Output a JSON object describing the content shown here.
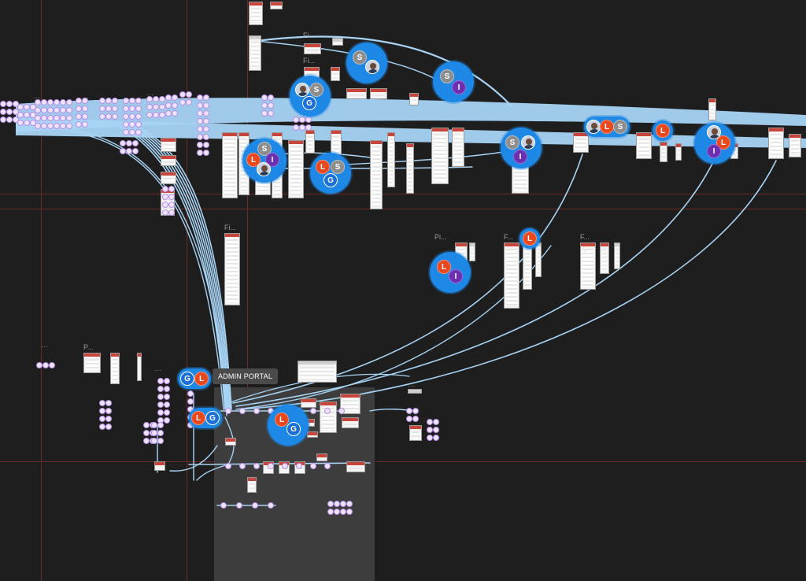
{
  "canvas": {
    "background": "#1e1e1e",
    "guide_color": "#6e2a24",
    "connector_color": "#a8d4f5"
  },
  "frame_labels": {
    "fi_1": "Fi...",
    "fi_2": "Fi...",
    "fi_3": "Fi...",
    "pi": "Pi...",
    "f_1": "F...",
    "f_2": "F...",
    "p": "P...",
    "ellipsis": "..."
  },
  "section": {
    "tooltip_label": "ADMIN PORTAL"
  },
  "collaborator_clusters": [
    {
      "members": [
        "S",
        "photo"
      ]
    },
    {
      "members": [
        "S",
        "I"
      ]
    },
    {
      "members": [
        "photo",
        "S",
        "G"
      ]
    },
    {
      "members": [
        "S",
        "L",
        "I",
        "photo"
      ]
    },
    {
      "members": [
        "L",
        "S",
        "G"
      ]
    },
    {
      "members": [
        "S",
        "photo",
        "I"
      ]
    },
    {
      "members": [
        "photo",
        "L",
        "S"
      ]
    },
    {
      "members": [
        "L"
      ]
    },
    {
      "members": [
        "photo",
        "L",
        "I"
      ]
    },
    {
      "members": [
        "L",
        "I"
      ]
    },
    {
      "members": [
        "L"
      ]
    },
    {
      "members": [
        "G",
        "L"
      ]
    },
    {
      "members": [
        "L",
        "G"
      ]
    },
    {
      "members": [
        "L",
        "G"
      ]
    }
  ],
  "avatar_initials": {
    "S": "S",
    "I": "I",
    "L": "L",
    "G": "G"
  },
  "icons": [
    "user-photo-avatar",
    "flow-connector",
    "frame-thumbnail",
    "prototype-node"
  ]
}
